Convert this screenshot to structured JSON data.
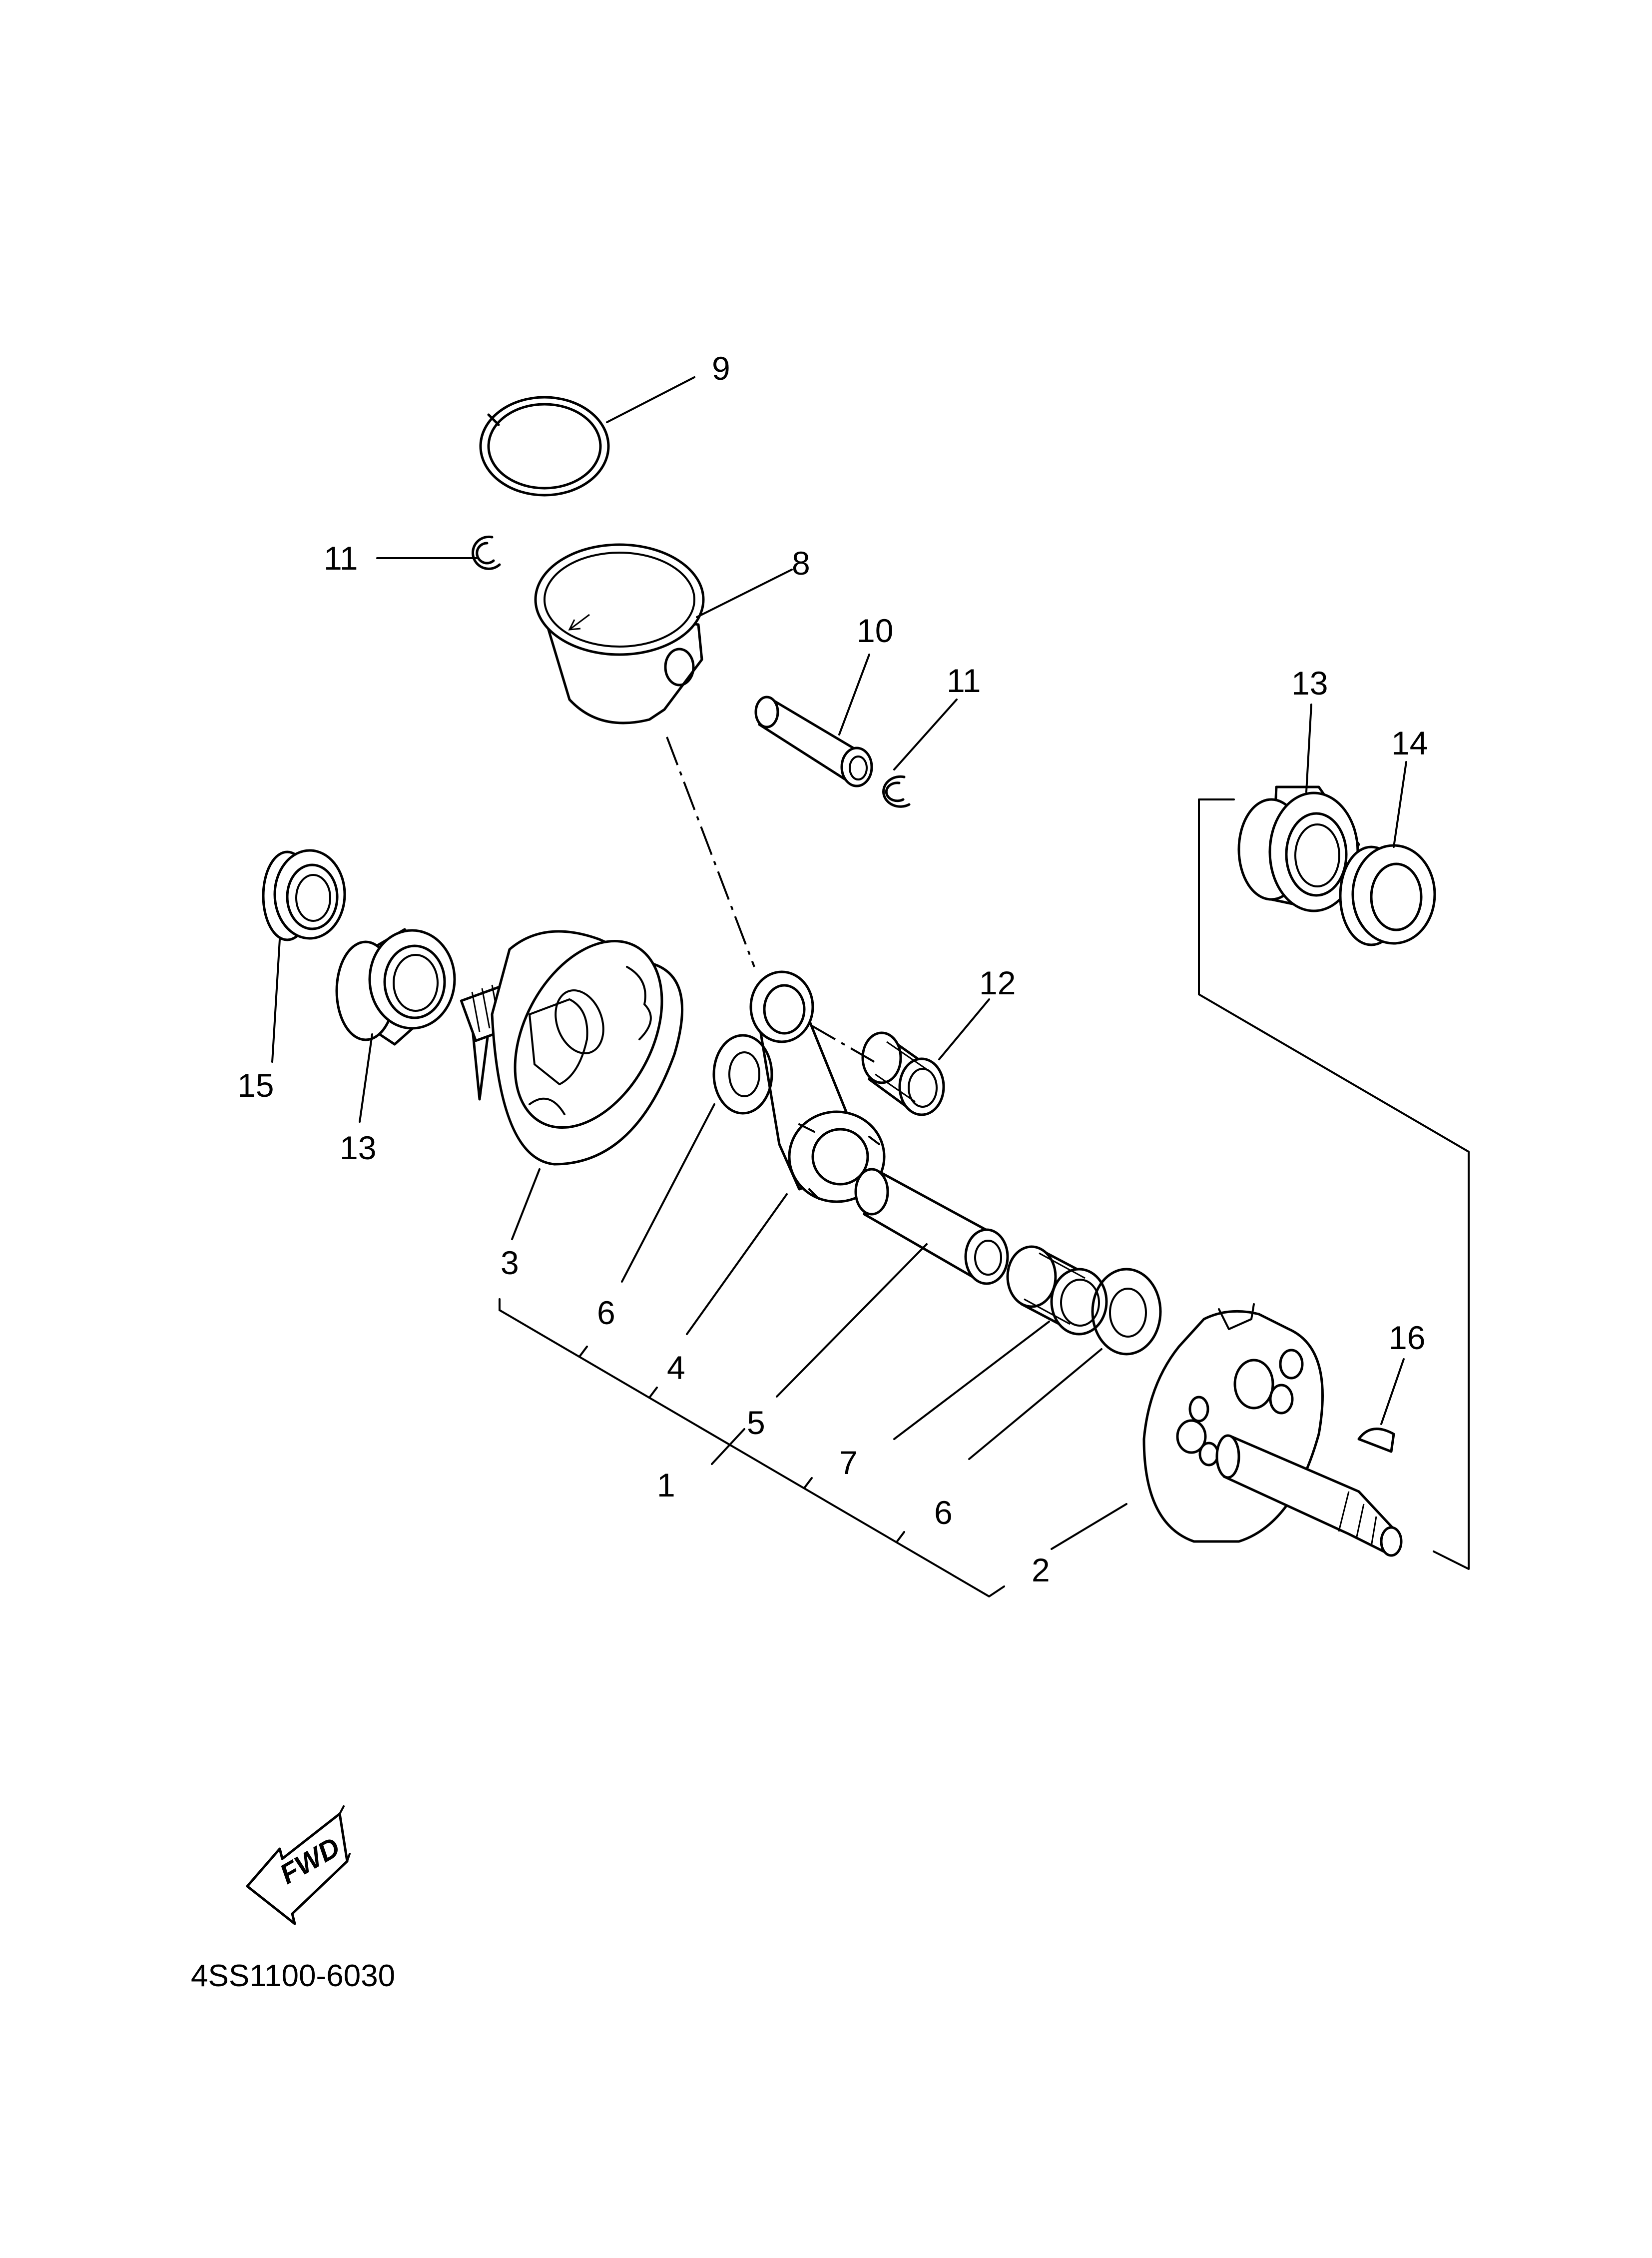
{
  "labels": {
    "p1": "1",
    "p2": "2",
    "p3": "3",
    "p4": "4",
    "p5": "5",
    "p6a": "6",
    "p6b": "6",
    "p7": "7",
    "p8": "8",
    "p9": "9",
    "p10": "10",
    "p11a": "11",
    "p11b": "11",
    "p12": "12",
    "p13a": "13",
    "p13b": "13",
    "p14": "14",
    "p15": "15",
    "p16": "16"
  },
  "fwd": "FWD",
  "diagram_code": "4SS1100-6030"
}
